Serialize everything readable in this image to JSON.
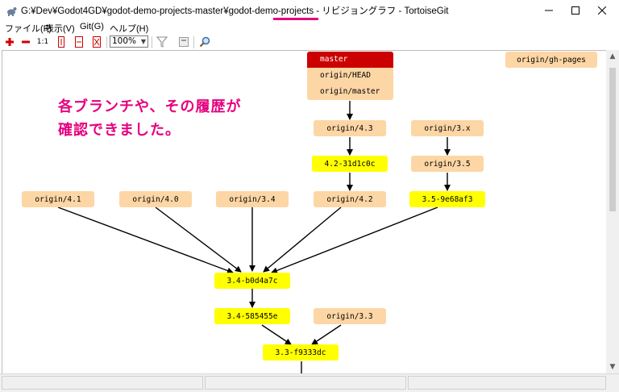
{
  "window": {
    "title_prefix": "G:¥Dev¥Godot4GD¥godot-demo-projects-master¥godot-demo-projects - ",
    "title_highlight": "リビジョングラフ",
    "title_suffix": " - TortoiseGit",
    "accent_color": "#e6007e"
  },
  "menu": {
    "file": "ファイル(F)",
    "view": "表示(V)",
    "git": "Git(G)",
    "help": "ヘルプ(H)"
  },
  "toolbar": {
    "zoom_in_label": "+",
    "zoom_out_label": "−",
    "one_to_one_label": "1:1",
    "zoom_value": "100%"
  },
  "annotation": {
    "line1": "各ブランチや、その履歴が",
    "line2": "確認できました。"
  },
  "graph": {
    "head_group": {
      "current": "master",
      "refs": [
        "origin/HEAD",
        "origin/master"
      ]
    },
    "gh_pages": "origin/gh-pages",
    "nodes": {
      "origin_4_3": "origin/4.3",
      "origin_3_x": "origin/3.x",
      "c_4_2_31d1c0c": "4.2-31d1c0c",
      "origin_3_5": "origin/3.5",
      "origin_4_1": "origin/4.1",
      "origin_4_0": "origin/4.0",
      "origin_3_4": "origin/3.4",
      "origin_4_2": "origin/4.2",
      "c_3_5_9e68af3": "3.5-9e68af3",
      "c_3_4_b0d4a7c": "3.4-b0d4a7c",
      "c_3_4_585455e": "3.4-585455e",
      "origin_3_3": "origin/3.3",
      "c_3_3_f9333dc": "3.3-f9333dc"
    },
    "colors": {
      "branch": "#fdd6a5",
      "commit": "#ffff00",
      "current": "#cc0000"
    }
  }
}
